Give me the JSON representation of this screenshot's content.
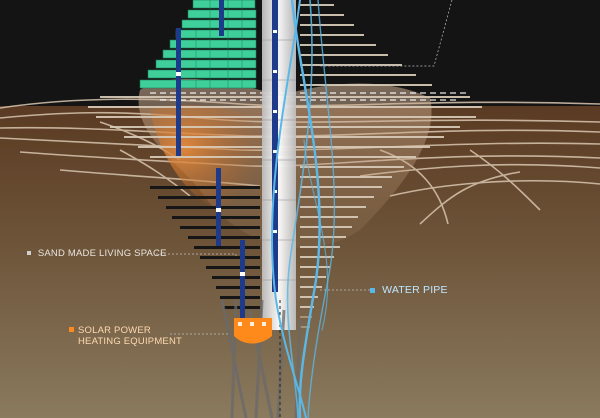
{
  "labels": {
    "living_space": "SAND MADE LIVING SPACE",
    "water_pipe": "WATER PIPE",
    "solar_line1": "SOLAR POWER",
    "solar_line2": "HEATING EQUIPMENT"
  },
  "colors": {
    "sky": "#141414",
    "ground_top": "#5a3a22",
    "ground_bottom": "#8a7a5e",
    "green_level": "#3ecf9a",
    "slab_light": "#d8cbb8",
    "slab_dark": "#161616",
    "column_blue": "#1e3a8a",
    "water_pipe": "#5ab8e8",
    "solar_orange": "#ff8a1c",
    "label_grey": "#e8e4de",
    "label_blue": "#bfe6ff",
    "label_orange": "#ffd9b0"
  },
  "icons": {
    "living_space_marker": "square-bullet-icon",
    "water_pipe_marker": "square-bullet-icon",
    "solar_marker": "square-bullet-icon"
  }
}
